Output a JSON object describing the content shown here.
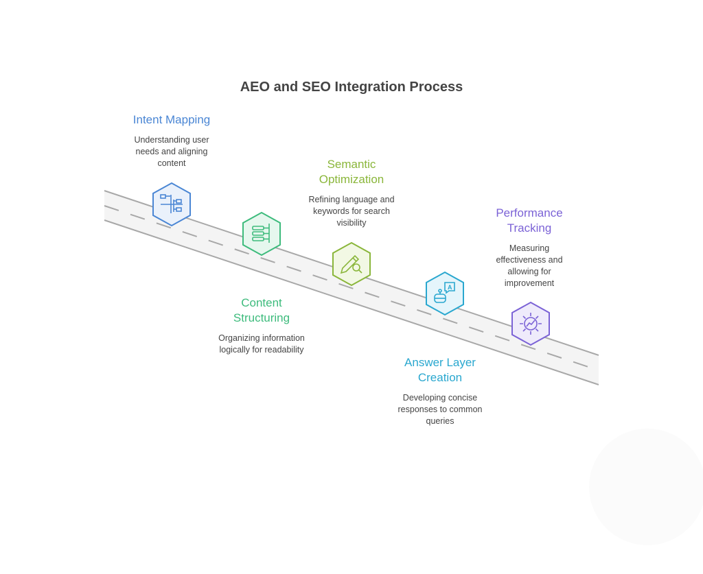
{
  "title": "AEO and SEO Integration Process",
  "steps": [
    {
      "title": "Intent Mapping",
      "description": "Understanding user needs and aligning content",
      "color": "#4a86d4",
      "fill": "#eaf1fb",
      "icon": "hierarchy-icon"
    },
    {
      "title": "Content Structuring",
      "description": "Organizing information logically for readability",
      "color": "#3dbb7c",
      "fill": "#e6f7ee",
      "icon": "list-structure-icon"
    },
    {
      "title": "Semantic Optimization",
      "description": "Refining language and keywords for search visibility",
      "color": "#8ab63a",
      "fill": "#f2f8e4",
      "icon": "pencil-search-icon"
    },
    {
      "title": "Answer Layer Creation",
      "description": "Developing concise responses to common queries",
      "color": "#29a7cf",
      "fill": "#e5f5fb",
      "icon": "chatbot-icon"
    },
    {
      "title": "Performance Tracking",
      "description": "Measuring effectiveness and allowing for improvement",
      "color": "#7b62d6",
      "fill": "#efebfb",
      "icon": "gear-chart-icon"
    }
  ]
}
